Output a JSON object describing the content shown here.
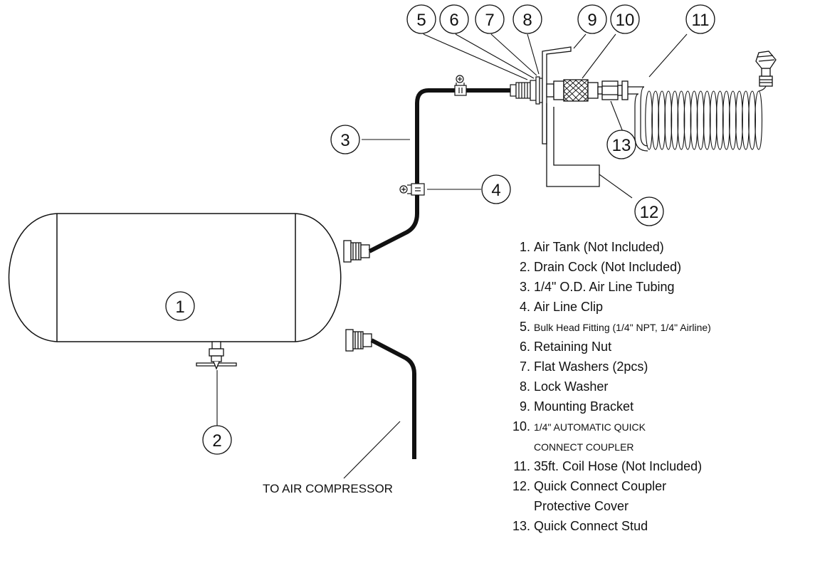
{
  "callouts": {
    "c1": "1",
    "c2": "2",
    "c3": "3",
    "c4": "4",
    "c5": "5",
    "c6": "6",
    "c7": "7",
    "c8": "8",
    "c9": "9",
    "c10": "10",
    "c11": "11",
    "c12": "12",
    "c13": "13"
  },
  "caption": "TO AIR COMPRESSOR",
  "legend": [
    {
      "num": "1.",
      "text": "Air Tank (Not Included)"
    },
    {
      "num": "2.",
      "text": "Drain Cock (Not Included)"
    },
    {
      "num": "3.",
      "text": "1/4\" O.D. Air Line Tubing"
    },
    {
      "num": "4.",
      "text": "Air Line Clip"
    },
    {
      "num": "5.",
      "text": "Bulk Head Fitting (1/4\" NPT, 1/4\" Airline)"
    },
    {
      "num": "6.",
      "text": "Retaining Nut"
    },
    {
      "num": "7.",
      "text": "Flat Washers (2pcs)"
    },
    {
      "num": "8.",
      "text": "Lock Washer"
    },
    {
      "num": "9.",
      "text": "Mounting Bracket"
    },
    {
      "num": "10.",
      "text": "1/4\" AUTOMATIC QUICK",
      "text2": "CONNECT COUPLER"
    },
    {
      "num": "11.",
      "text": "35ft. Coil Hose (Not Included)"
    },
    {
      "num": "12.",
      "text": "Quick Connect Coupler",
      "text2": "Protective Cover"
    },
    {
      "num": "13.",
      "text": "Quick Connect Stud"
    }
  ],
  "colors": {
    "ink": "#111111",
    "background": "#ffffff"
  }
}
